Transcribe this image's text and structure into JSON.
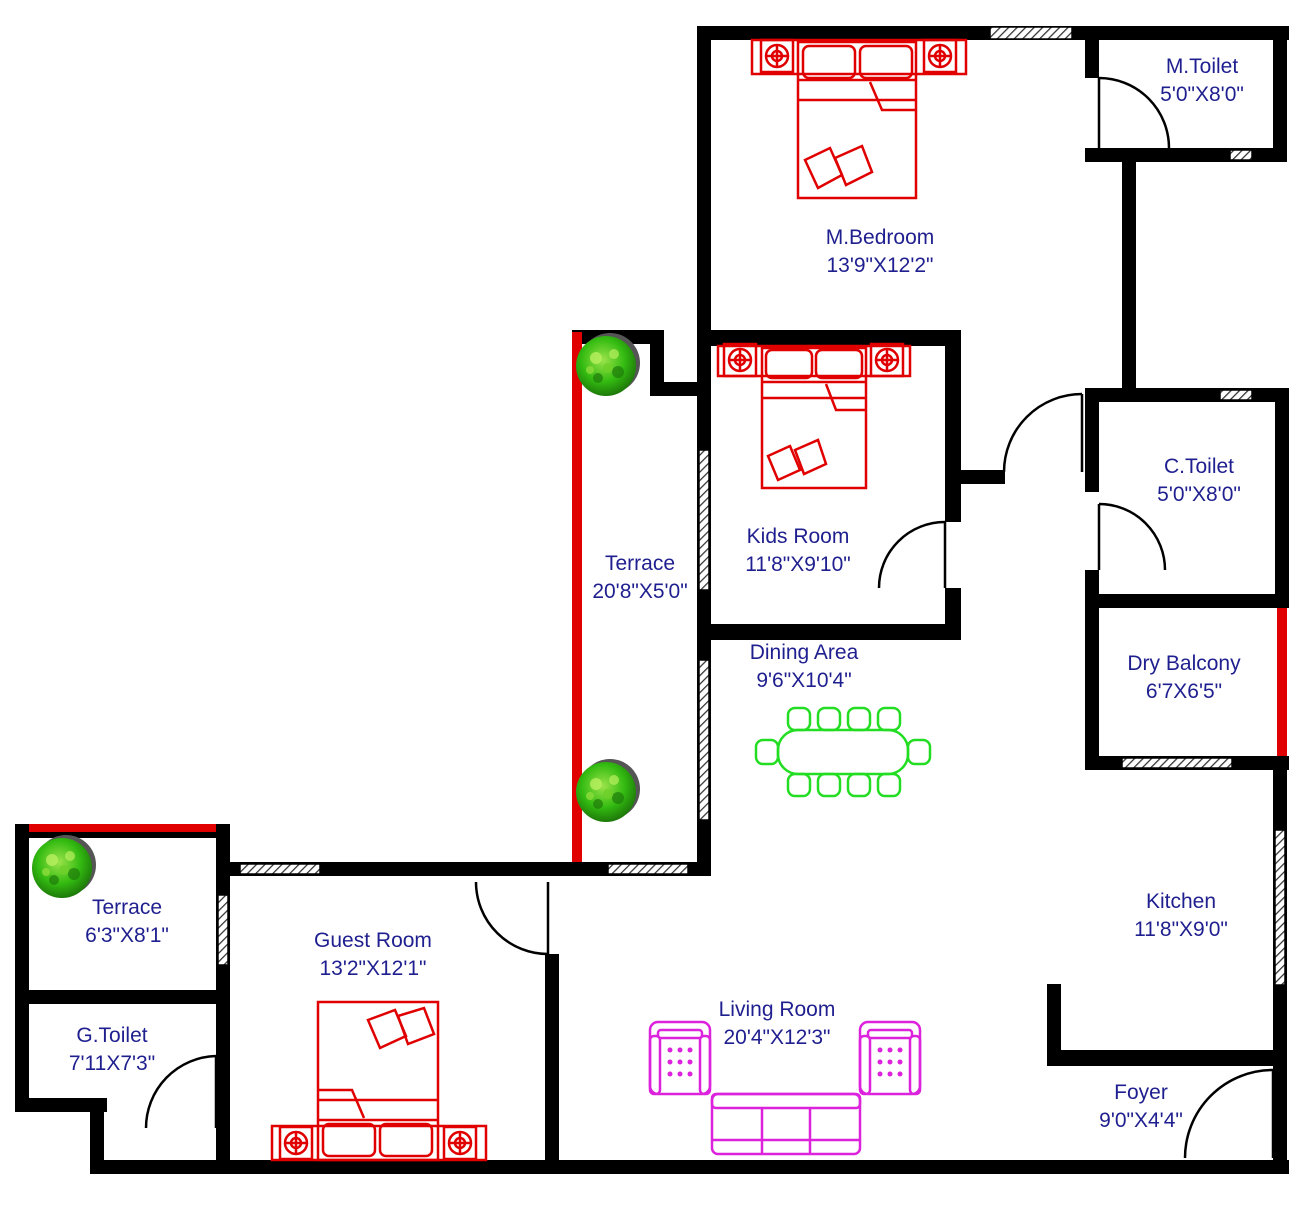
{
  "rooms": {
    "mtoilet": {
      "name": "M.Toilet",
      "size": "5'0\"X8'0\""
    },
    "mbedroom": {
      "name": "M.Bedroom",
      "size": "13'9\"X12'2\""
    },
    "kids": {
      "name": "Kids Room",
      "size": "11'8\"X9'10\""
    },
    "terrace1": {
      "name": "Terrace",
      "size": "20'8\"X5'0\""
    },
    "ctoilet": {
      "name": "C.Toilet",
      "size": "5'0\"X8'0\""
    },
    "drybalcony": {
      "name": "Dry Balcony",
      "size": "6'7X6'5\""
    },
    "dining": {
      "name": "Dining Area",
      "size": "9'6\"X10'4\""
    },
    "kitchen": {
      "name": "Kitchen",
      "size": "11'8\"X9'0\""
    },
    "terrace2": {
      "name": "Terrace",
      "size": "6'3\"X8'1\""
    },
    "guest": {
      "name": "Guest Room",
      "size": "13'2\"X12'1\""
    },
    "gtoilet": {
      "name": "G.Toilet",
      "size": "7'11X7'3\""
    },
    "living": {
      "name": "Living Room",
      "size": "20'4\"X12'3\""
    },
    "foyer": {
      "name": "Foyer",
      "size": "9'0\"X4'4\""
    }
  },
  "colors": {
    "wall": "#000000",
    "text": "#1f1f8f",
    "bed": "#e00000",
    "dining_table": "#22dd22",
    "sofa": "#dd22dd",
    "plant": "#33bb11",
    "terrace_edge": "#e00000"
  }
}
